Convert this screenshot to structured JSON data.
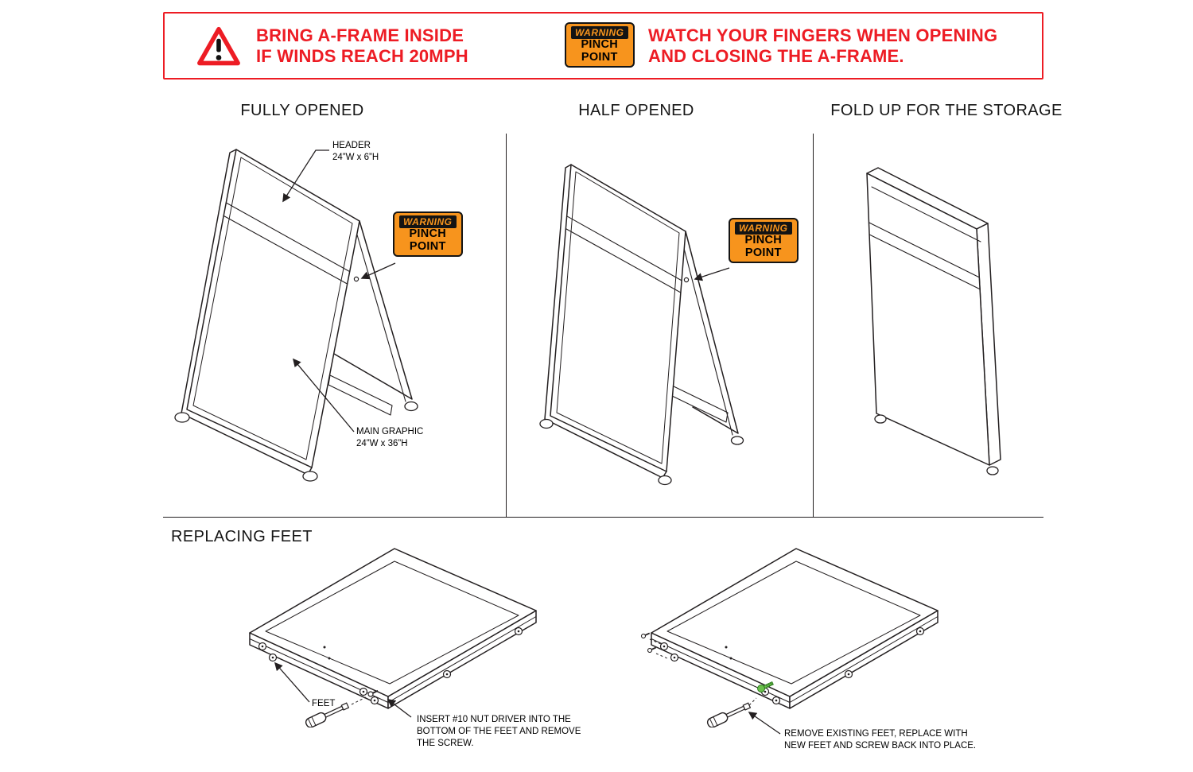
{
  "colors": {
    "red": "#ed1c24",
    "orange": "#f7941d",
    "line": "#231f20",
    "green": "#6abf4b"
  },
  "banner": {
    "wind_warning_line1": "BRING A-FRAME INSIDE",
    "wind_warning_line2": "IF WINDS REACH 20MPH",
    "finger_warning_line1": "WATCH YOUR FINGERS WHEN OPENING",
    "finger_warning_line2": "AND CLOSING THE A-FRAME."
  },
  "pinch_sign": {
    "header": "WARNING",
    "line1": "PINCH",
    "line2": "POINT"
  },
  "sections": {
    "fully_opened": {
      "title": "FULLY OPENED",
      "header_label_line1": "HEADER",
      "header_label_line2": "24”W x 6”H",
      "main_graphic_label_line1": "MAIN GRAPHIC",
      "main_graphic_label_line2": "24”W x 36”H"
    },
    "half_opened": {
      "title": "HALF OPENED"
    },
    "fold_up": {
      "title": "FOLD UP FOR THE STORAGE"
    }
  },
  "replacing_feet": {
    "title": "REPLACING FEET",
    "feet_label": "FEET",
    "remove_instruction_line1": "INSERT #10 NUT DRIVER INTO THE",
    "remove_instruction_line2": "BOTTOM OF THE FEET AND REMOVE",
    "remove_instruction_line3": "THE SCREW.",
    "replace_instruction_line1": "REMOVE EXISTING FEET, REPLACE WITH",
    "replace_instruction_line2": "NEW FEET AND SCREW BACK INTO PLACE."
  }
}
